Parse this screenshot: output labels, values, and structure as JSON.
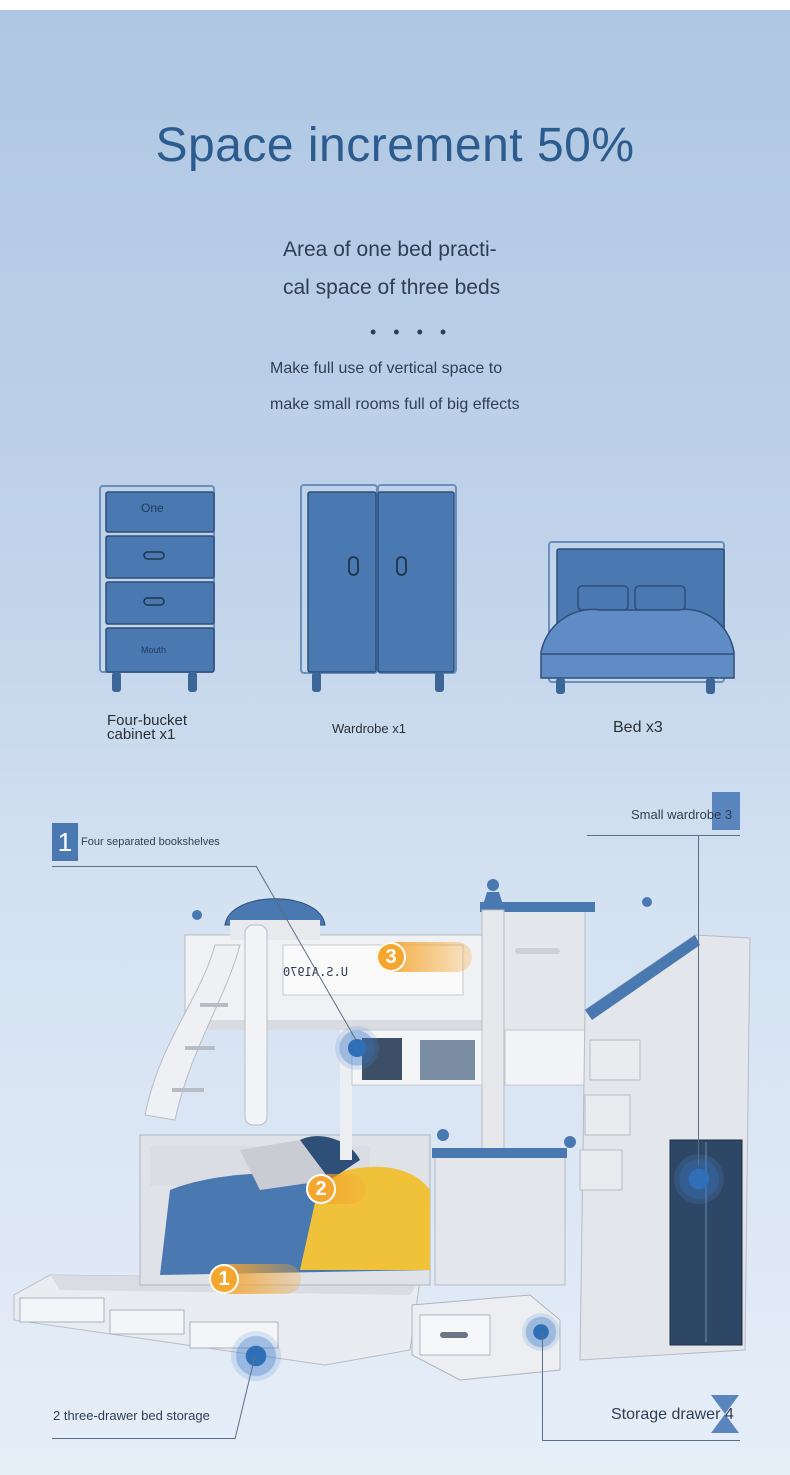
{
  "header": {
    "title": "Space increment 50%",
    "subtitle_line1": "Area of one bed practi-",
    "subtitle_line2": "cal space of three beds",
    "dots": "• • • •",
    "desc_line1": "Make full use of vertical space to",
    "desc_line2": "make small rooms full of big effects"
  },
  "icons": {
    "cabinet": {
      "top_text": "One",
      "bottom_text": "Mouth",
      "label_line1": "Four-bucket",
      "label_line2": "cabinet x1"
    },
    "wardrobe": {
      "label": "Wardrobe x1"
    },
    "bed": {
      "label": "Bed x3"
    }
  },
  "callouts": {
    "c1": {
      "badge": "1",
      "text": "Four separated bookshelves"
    },
    "c2": {
      "text": "Small wardrobe 3"
    },
    "c3": {
      "text": "2 three-drawer bed storage"
    },
    "c4": {
      "text": "Storage drawer 4"
    }
  },
  "markers": [
    "1",
    "2",
    "3"
  ],
  "product_sign": "U.S.A1970",
  "colors": {
    "accent_blue": "#4a78b0",
    "title_blue": "#2c5b8e",
    "marker_orange": "#f5a62e"
  }
}
